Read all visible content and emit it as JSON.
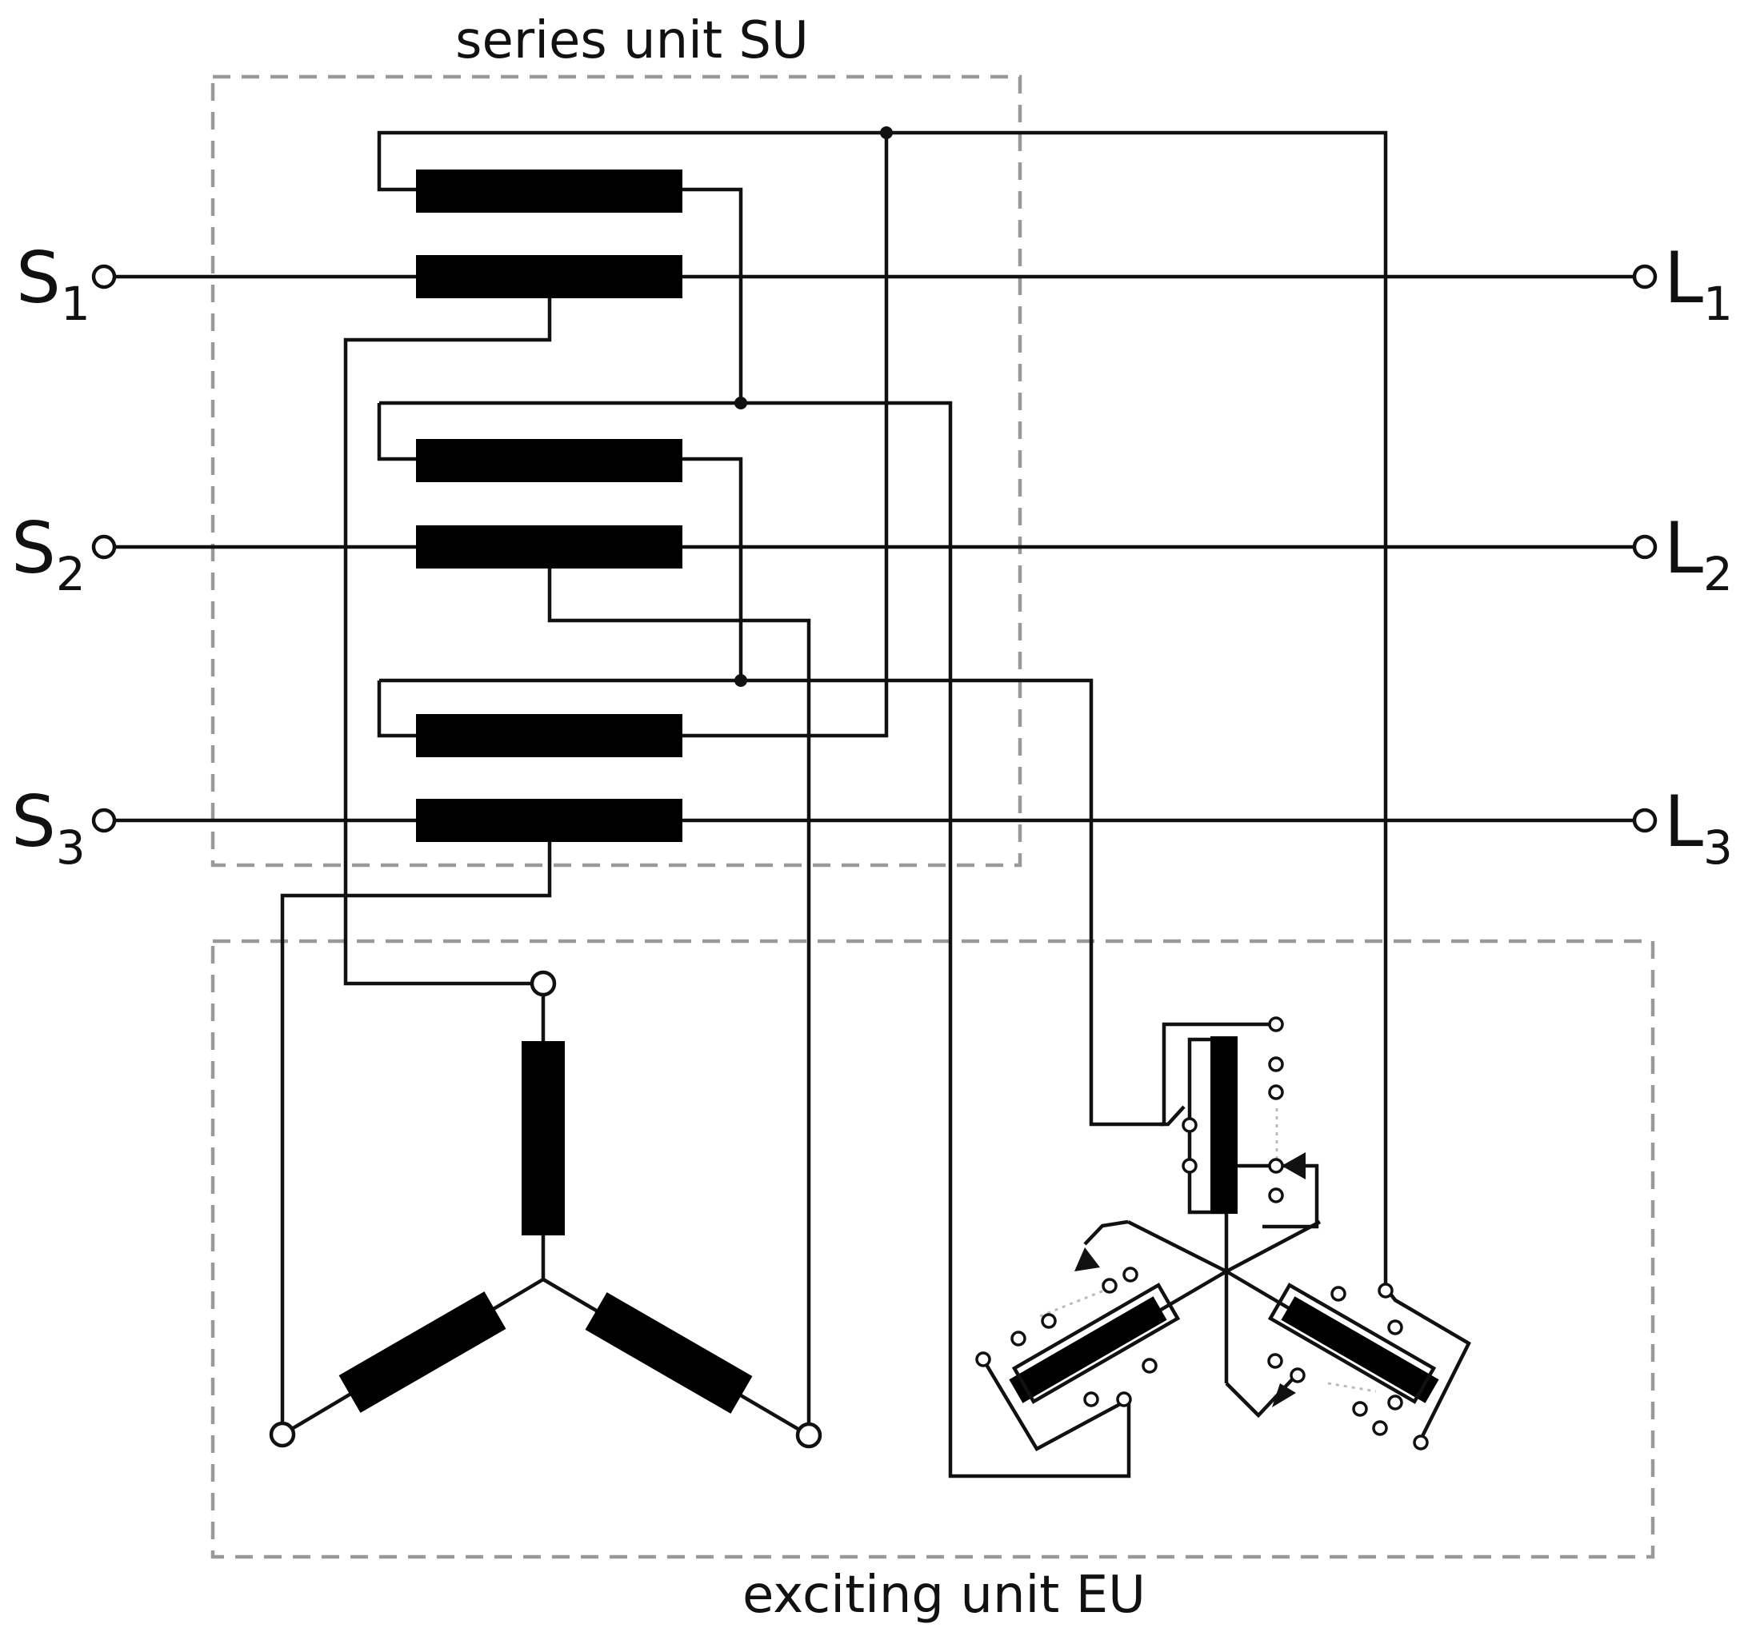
{
  "labels": {
    "series_unit": "series unit SU",
    "exciting_unit": "exciting unit EU"
  },
  "terminals": {
    "inputs": [
      {
        "letter": "S",
        "index": "1"
      },
      {
        "letter": "S",
        "index": "2"
      },
      {
        "letter": "S",
        "index": "3"
      }
    ],
    "outputs": [
      {
        "letter": "L",
        "index": "1"
      },
      {
        "letter": "L",
        "index": "2"
      },
      {
        "letter": "L",
        "index": "3"
      }
    ]
  },
  "colors": {
    "line": "#111111",
    "coil": "#000000",
    "boundary": "#999999",
    "background": "#ffffff"
  }
}
